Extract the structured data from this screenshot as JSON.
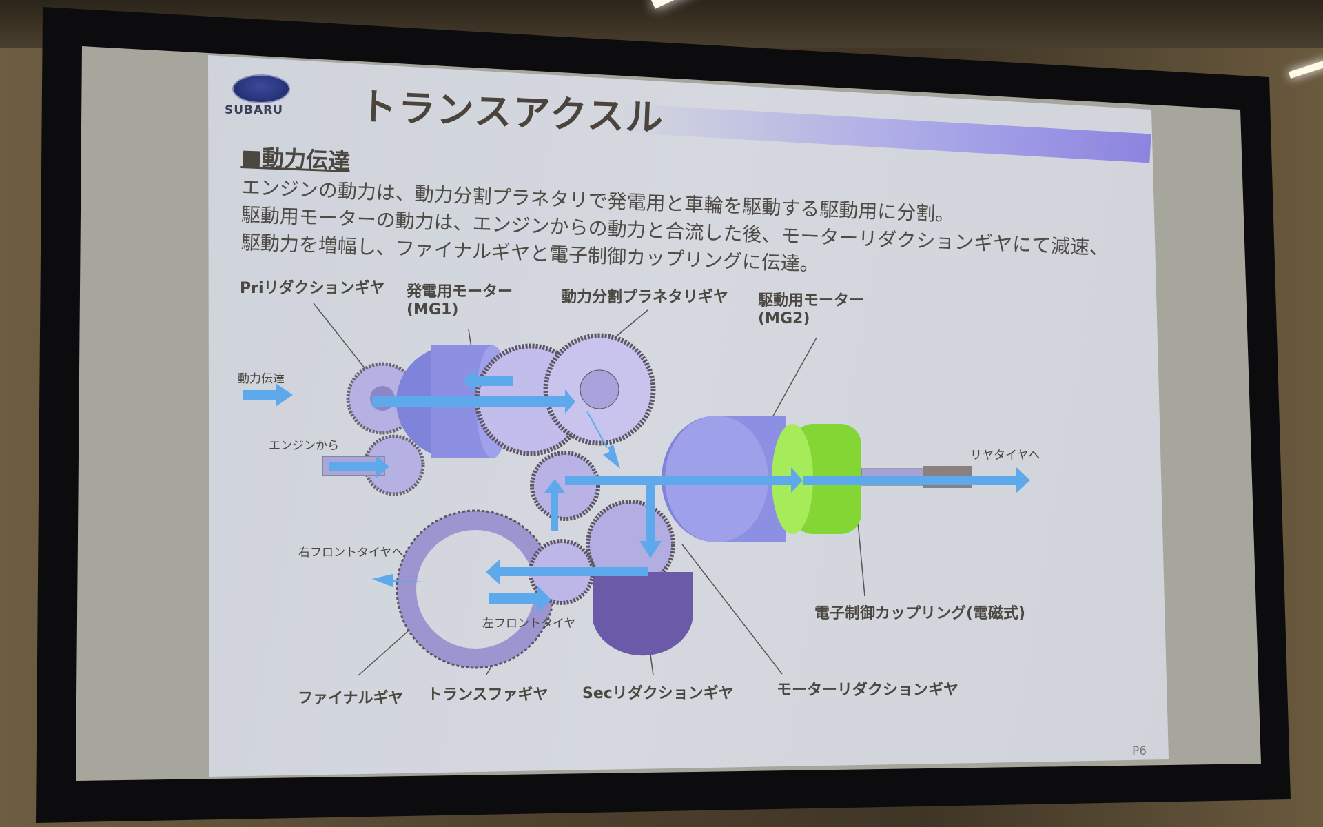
{
  "slide": {
    "logo_text": "SUBARU",
    "title": "トランスアクスル",
    "section_heading": "■動力伝達",
    "body_lines": [
      "エンジンの動力は、動力分割プラネタリで発電用と車輪を駆動する駆動用に分割。",
      "駆動用モーターの動力は、エンジンからの動力と合流した後、モーターリダクションギヤにて減速、",
      "駆動力を増幅し、ファイナルギヤと電子制御カップリングに伝達。"
    ],
    "page_number": "P6"
  },
  "diagram": {
    "labels": {
      "pri_reduction_gear": "Priリダクションギヤ",
      "mg1_name": "発電用モーター",
      "mg1_code": "(MG1)",
      "planetary_gear": "動力分割プラネタリギヤ",
      "mg2_name": "駆動用モーター",
      "mg2_code": "(MG2)",
      "power_transmission": "動力伝達",
      "from_engine": "エンジンから",
      "to_rear_tire": "リヤタイヤへ",
      "to_right_front_tire": "右フロントタイヤへ",
      "to_left_front_tire": "左フロントタイヤ",
      "electronic_coupling": "電子制御カップリング(電磁式)",
      "final_gear": "ファイナルギヤ",
      "transfer_gear": "トランスファギヤ",
      "sec_reduction_gear": "Secリダクションギヤ",
      "motor_reduction_gear": "モーターリダクションギヤ"
    },
    "colors": {
      "arrow": "#5ea8ec",
      "motor": "#8d90e2",
      "coupling": "#8fe03c",
      "gear": "#b9b4e6",
      "sec_gear": "#6b5aa8"
    }
  }
}
